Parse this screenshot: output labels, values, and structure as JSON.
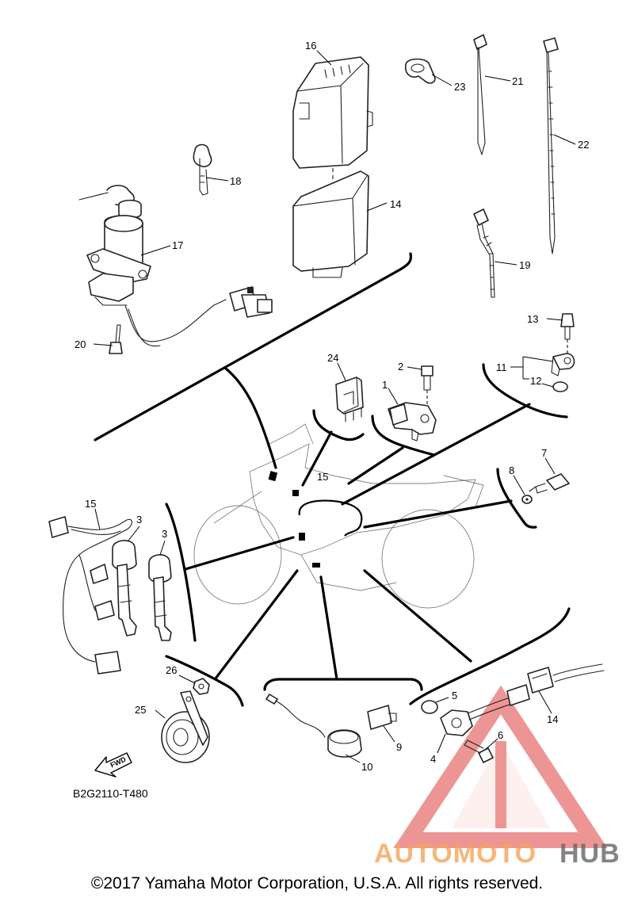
{
  "diagram_code": "B2G2110-T480",
  "copyright": "©2017 Yamaha Motor Corporation, U.S.A. All rights reserved.",
  "fwd_label": "FWD",
  "watermark": {
    "part1": "AUTOMOTO",
    "part2": "HUB",
    "color_part1": "#f6a35a",
    "color_part2": "#666666",
    "triangle_color": "#e04040"
  },
  "part_labels": {
    "p1": "1",
    "p2": "2",
    "p3a": "3",
    "p3b": "3",
    "p4": "4",
    "p5": "5",
    "p6": "6",
    "p7": "7",
    "p8": "8",
    "p9": "9",
    "p10": "10",
    "p11": "11",
    "p12": "12",
    "p13": "13",
    "p14a": "14",
    "p14b": "14",
    "p15a": "15",
    "p15b": "15",
    "p16": "16",
    "p17": "17",
    "p18": "18",
    "p19": "19",
    "p20": "20",
    "p21": "21",
    "p22": "22",
    "p23": "23",
    "p24": "24",
    "p25": "25",
    "p26": "26"
  }
}
